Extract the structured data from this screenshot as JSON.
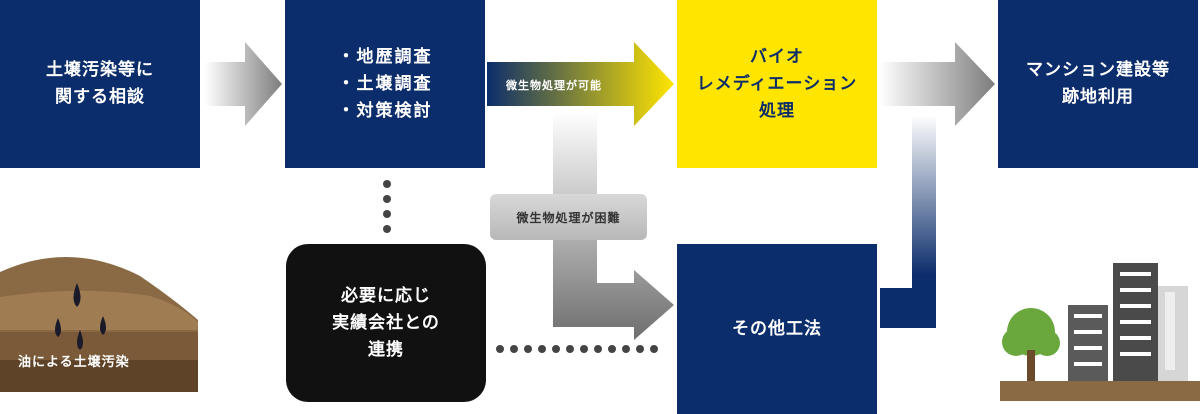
{
  "colors": {
    "navy": "#0c2d6b",
    "yellow": "#ffe500",
    "black": "#111111",
    "gray_arrow": "#7f7f7f"
  },
  "boxes": {
    "consult": "土壌汚染等に\n関する相談",
    "survey_items": [
      "地歴調査",
      "土壌調査",
      "対策検討"
    ],
    "bio": "バイオ\nレメディエーション\n処理",
    "mansion": "マンション建設等\n跡地利用",
    "partner": "必要に応じ\n実績会社との\n連携",
    "other": "その他工法"
  },
  "labels": {
    "possible": "微生物処理が可能",
    "difficult": "微生物処理が困難",
    "soil_caption": "油による土壌汚染"
  },
  "icons": {
    "soil": "soil-layers-icon",
    "city": "tree-and-buildings-icon"
  }
}
